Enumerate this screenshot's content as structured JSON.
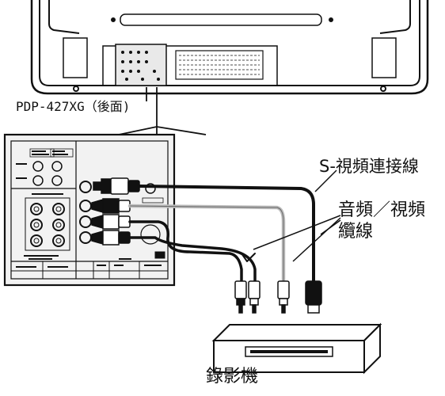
{
  "labels": {
    "model": "PDP-427XG（後面)",
    "s_video_cable": "S-視頻連接線",
    "av_cable_line1": "音頻／視頻",
    "av_cable_line2": "纜線",
    "vcr": "錄影機"
  },
  "colors": {
    "line": "#111111",
    "gray_cable": "#bdbdbd",
    "panel_fill": "#f2f2f2"
  },
  "icons": {
    "tv": "tv-rear-icon",
    "vcr": "vcr-icon",
    "plugs": "rca-plug-icon"
  }
}
